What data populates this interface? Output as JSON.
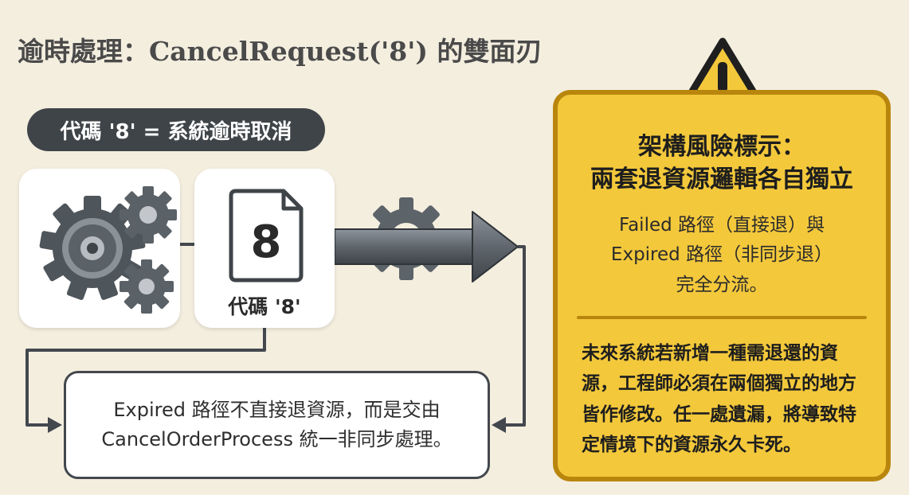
{
  "title": "逾時處理：CancelRequest('8') 的雙面刃",
  "code_pill": "代碼 '8' = 系統逾時取消",
  "doc_card": {
    "digit": "8",
    "caption": "代碼 '8'"
  },
  "note": {
    "line1": "Expired 路徑不直接退資源，而是交由",
    "line2": "CancelOrderProcess 統一非同步處理。"
  },
  "warning": {
    "heading_line1": "架構風險標示：",
    "heading_line2": "兩套退資源邏輯各自獨立",
    "desc_line1": "Failed 路徑（直接退）與",
    "desc_line2": "Expired 路徑（非同步退）",
    "desc_line3": "完全分流。",
    "body": "未來系統若新增一種需退還的資源，工程師必須在兩個獨立的地方皆作修改。任一處遺漏，將導致特定情境下的資源永久卡死。"
  },
  "colors": {
    "background": "#f4eedf",
    "dark": "#3f4449",
    "warning_fill": "#f3c83b",
    "warning_border": "#b9860d"
  }
}
